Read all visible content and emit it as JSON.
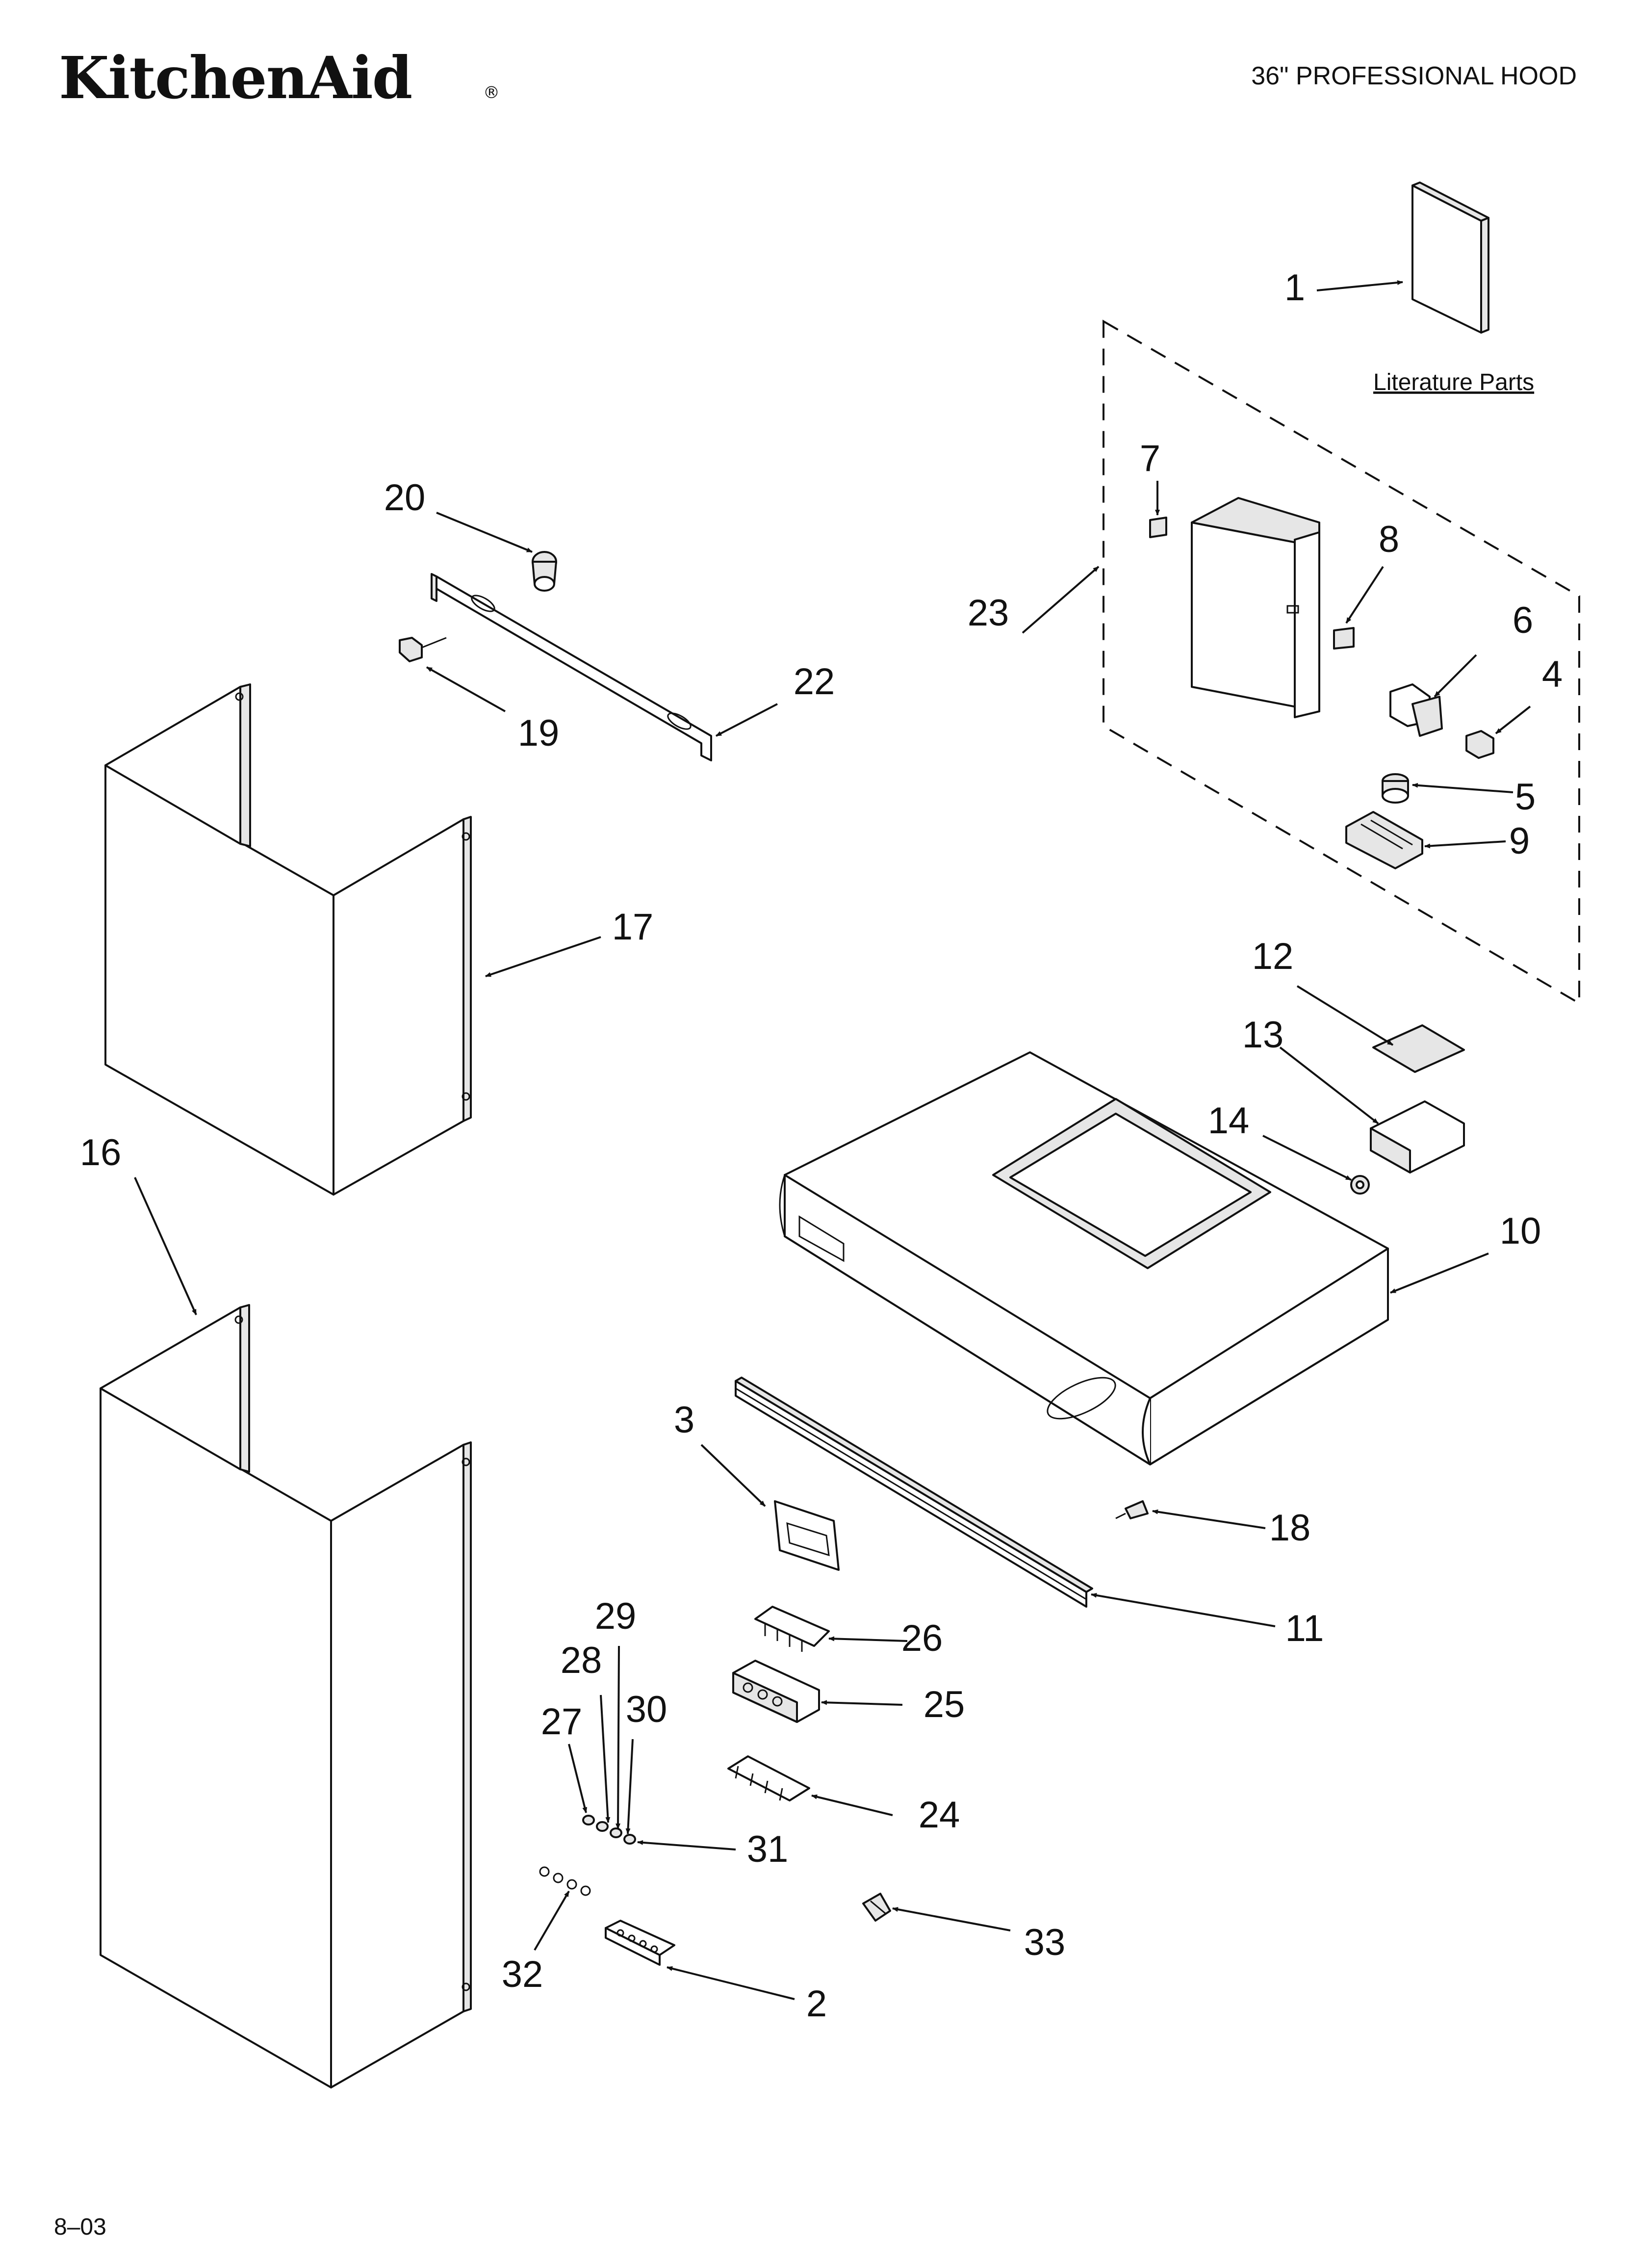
{
  "brand": {
    "name": "KitchenAid",
    "mark": "®"
  },
  "header": {
    "title": "36\" PROFESSIONAL HOOD"
  },
  "literature": {
    "label": "Literature Parts"
  },
  "footer": {
    "code": "8–03"
  },
  "callouts": [
    "1",
    "2",
    "3",
    "4",
    "5",
    "6",
    "7",
    "8",
    "9",
    "10",
    "11",
    "12",
    "13",
    "14",
    "16",
    "17",
    "18",
    "19",
    "20",
    "22",
    "23",
    "24",
    "25",
    "26",
    "27",
    "28",
    "29",
    "30",
    "31",
    "32",
    "33"
  ]
}
